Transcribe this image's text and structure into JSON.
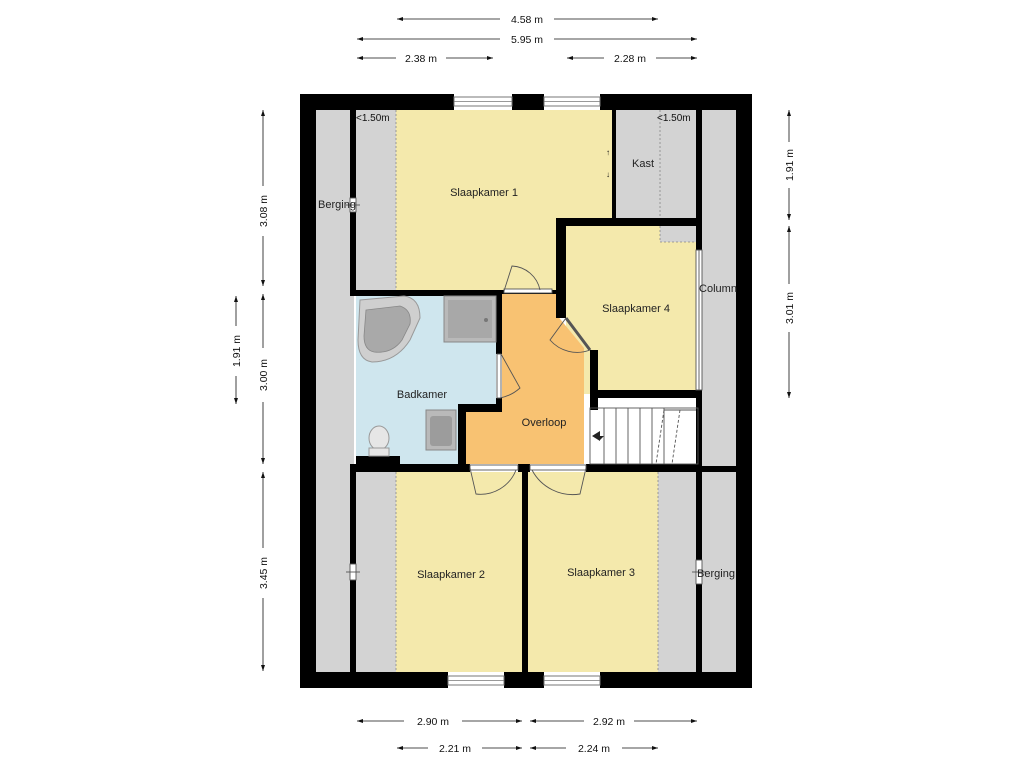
{
  "rooms": {
    "slaapkamer1": "Slaapkamer 1",
    "slaapkamer2": "Slaapkamer 2",
    "slaapkamer3": "Slaapkamer 3",
    "slaapkamer4": "Slaapkamer 4",
    "badkamer": "Badkamer",
    "overloop": "Overloop",
    "kast": "Kast",
    "berging_left": "Berging",
    "berging_right": "Berging",
    "column": "Column"
  },
  "notes": {
    "height_left": "<1.50m",
    "height_right": "<1.50m"
  },
  "dimensions": {
    "top_overall_inner": "4.58 m",
    "top_overall": "5.95 m",
    "top_left": "2.38 m",
    "top_right": "2.28 m",
    "bottom_left": "2.90 m",
    "bottom_right": "2.92 m",
    "bottom_left_inner": "2.21 m",
    "bottom_right_inner": "2.24 m",
    "left_top": "3.08 m",
    "left_middle": "3.00 m",
    "left_bottom": "3.45 m",
    "left_outer_middle": "1.91 m",
    "right_top": "1.91 m",
    "right_middle": "3.01 m"
  },
  "colors": {
    "bedroom": "#f4e9ac",
    "bathroom": "#cfe6ee",
    "landing": "#f8c272",
    "storage": "#d3d3d3",
    "wall": "#000000"
  }
}
